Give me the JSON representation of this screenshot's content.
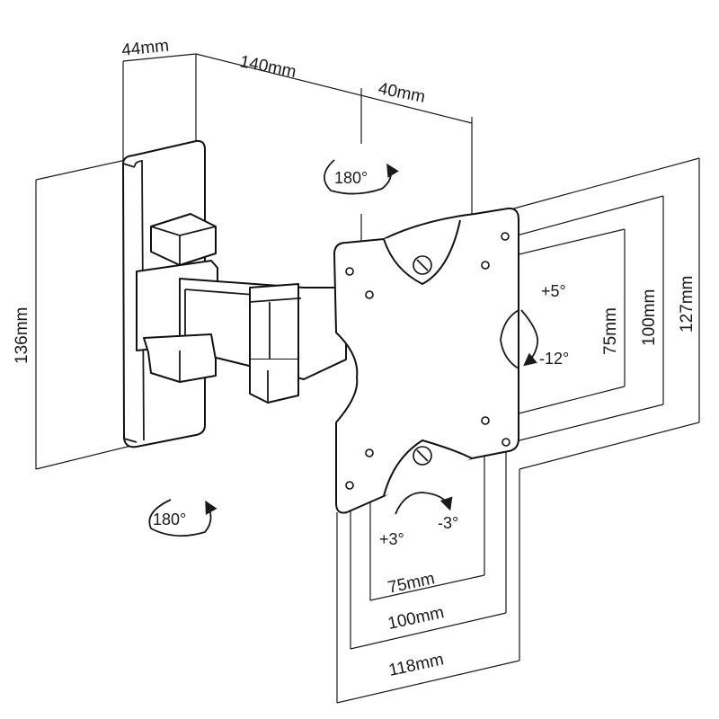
{
  "dimensions": {
    "wall_plate_depth": "44mm",
    "arm_extension": "140mm",
    "head_offset": "40mm",
    "wall_plate_height": "136mm",
    "plate_overall_height": "127mm",
    "vesa_100_vertical": "100mm",
    "vesa_75_vertical": "75mm",
    "vesa_75_horizontal": "75mm",
    "vesa_100_horizontal": "100mm",
    "plate_overall_width": "118mm"
  },
  "rotations": {
    "swivel_top": "180°",
    "swivel_bottom": "180°",
    "tilt_up": "+5°",
    "tilt_down": "-12°",
    "level_plus": "+3°",
    "level_minus": "-3°"
  }
}
